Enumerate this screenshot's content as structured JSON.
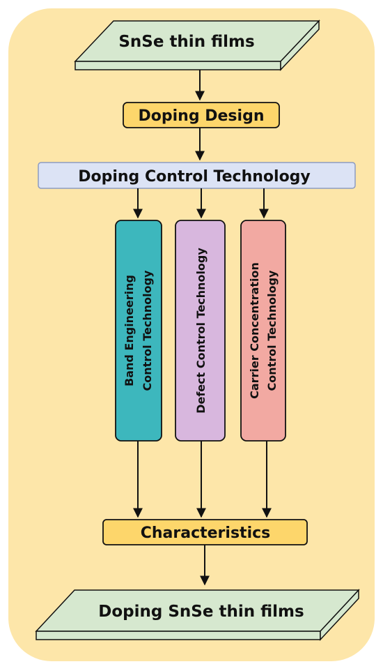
{
  "diagram": {
    "colors": {
      "background": "#FDE6A9",
      "slab_fill": "#D6E8CF",
      "design_box": "#FDD66B",
      "control_box": "#DCE3F5",
      "band_box": "#3DB7BD",
      "defect_box": "#D8B7DE",
      "carrier_box": "#F2A9A2",
      "characteristics_box": "#FDD66B",
      "stroke": "#111111"
    },
    "nodes": {
      "input": "SnSe thin films",
      "design": "Doping Design",
      "control": "Doping Control Technology",
      "band_line1": "Band Engineering",
      "band_line2": "Control Technology",
      "defect": "Defect Control Technology",
      "carrier_line1": "Carrier Concentration",
      "carrier_line2": "Control Technology",
      "characteristics": "Characteristics",
      "output": "Doping SnSe thin films"
    }
  }
}
